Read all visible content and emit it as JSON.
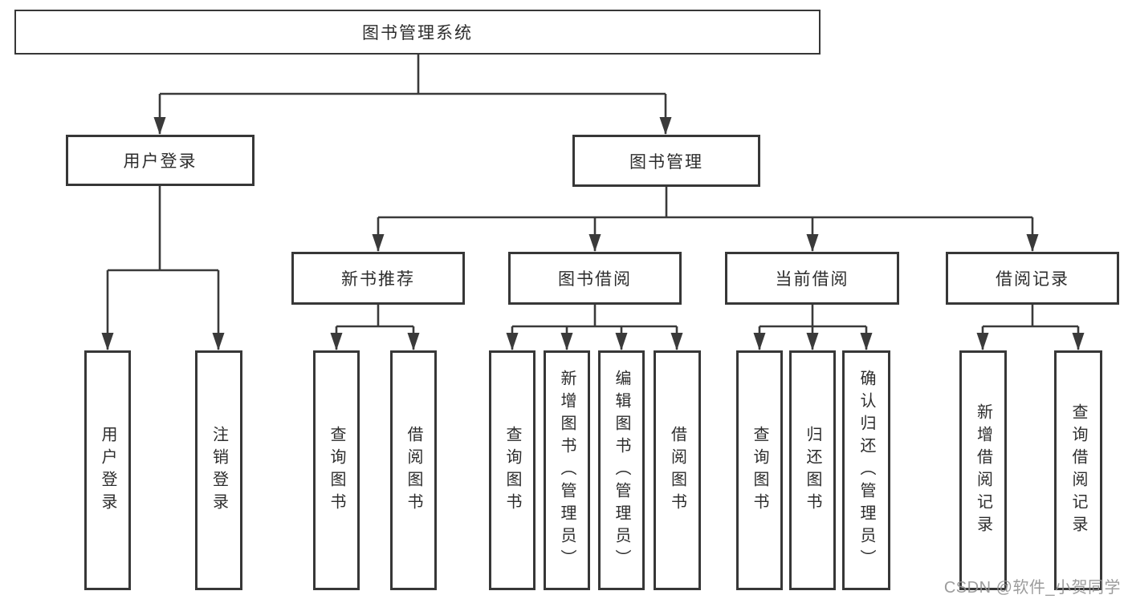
{
  "diagram": {
    "root": {
      "label": "图书管理系统"
    },
    "branches": [
      {
        "label": "用户登录",
        "children": [
          {
            "label": "用户登录"
          },
          {
            "label": "注销登录"
          }
        ]
      },
      {
        "label": "图书管理",
        "children": [
          {
            "label": "新书推荐",
            "children": [
              {
                "label": "查询图书"
              },
              {
                "label": "借阅图书"
              }
            ]
          },
          {
            "label": "图书借阅",
            "children": [
              {
                "label": "查询图书"
              },
              {
                "label": "新增图书（管理员）"
              },
              {
                "label": "编辑图书（管理员）"
              },
              {
                "label": "借阅图书"
              }
            ]
          },
          {
            "label": "当前借阅",
            "children": [
              {
                "label": "查询图书"
              },
              {
                "label": "归还图书"
              },
              {
                "label": "确认归还（管理员）"
              }
            ]
          },
          {
            "label": "借阅记录",
            "children": [
              {
                "label": "新增借阅记录"
              },
              {
                "label": "查询借阅记录"
              }
            ]
          }
        ]
      }
    ]
  },
  "watermark": {
    "text": "CSDN @软件_小贺同学"
  },
  "colors": {
    "line": "#3a3a3a",
    "box_border": "#373737",
    "text": "#2d2d2d",
    "watermark": "#919191",
    "background": "#ffffff"
  }
}
